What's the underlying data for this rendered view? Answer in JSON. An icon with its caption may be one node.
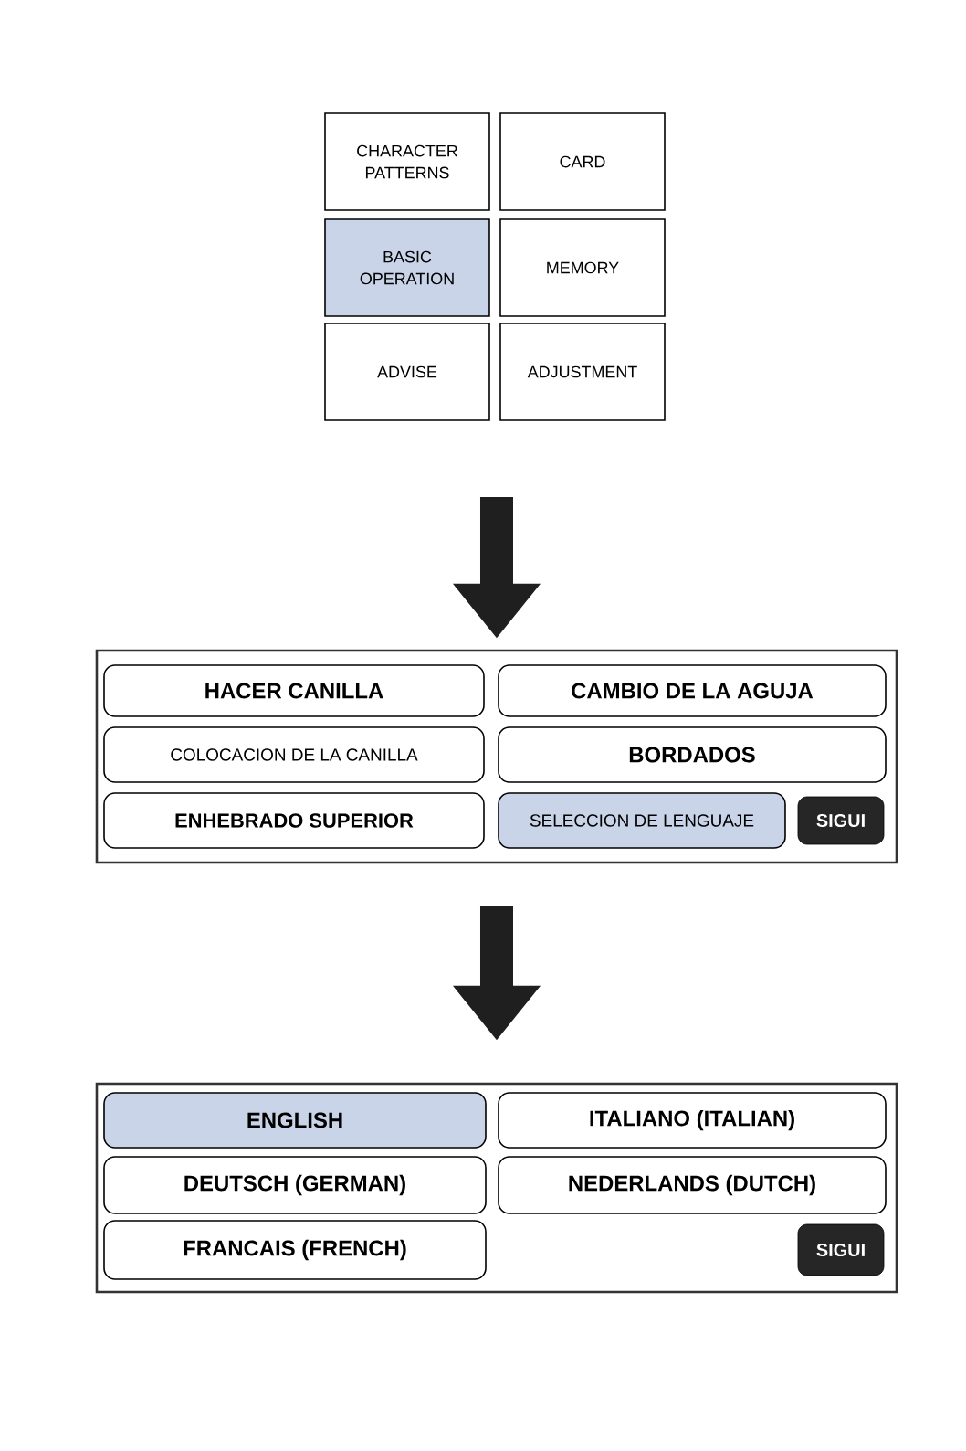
{
  "diagram": {
    "nodes": [
      {
        "text": [
          "CHARACTER PATTERNS"
        ]
      },
      {
        "text": [
          "CARD"
        ]
      },
      {
        "text": [
          "BASIC OPERATION"
        ]
      },
      {
        "text": [
          "MEMORY"
        ]
      },
      {
        "text": [
          "ADVISE"
        ]
      },
      {
        "text": [
          "ADJUSTMENT"
        ]
      },
      {
        "text": [],
        "shape": "box"
      },
      {
        "text": [
          "HACER CANILLA"
        ],
        "in": 6
      },
      {
        "text": [
          "CAMBIO DE LA AGUJA"
        ],
        "in": 6
      },
      {
        "text": [
          "COLOCACION DE LA CANILLA"
        ],
        "in": 6
      },
      {
        "text": [
          "BORDADOS"
        ],
        "in": 6
      },
      {
        "text": [
          "ENHEBRADO SUPERIOR"
        ],
        "in": 6
      },
      {
        "text": [
          "SELECCION DE LENGUAJE"
        ],
        "in": 6
      },
      {
        "text": [
          "SIGUI"
        ],
        "in": 6
      },
      {
        "text": [],
        "shape": "box"
      },
      {
        "text": [
          "ENGLISH"
        ],
        "in": 14
      },
      {
        "text": [
          "ITALIANO (ITALIAN)"
        ],
        "in": 14
      },
      {
        "text": [
          "DEUTSCH (GERMAN)"
        ],
        "in": 14
      },
      {
        "text": [
          "NEDERLANDS (DUTCH)"
        ],
        "in": 14
      },
      {
        "text": [
          "FRANCAIS (FRENCH)"
        ],
        "in": 14
      },
      {
        "text": [
          "SIGUI"
        ],
        "in": 14
      }
    ],
    "edges": [
      {
        "from": null,
        "to": 6,
        "arrow": "to"
      },
      {
        "from": 6,
        "to": 14,
        "arrow": "to"
      }
    ]
  }
}
